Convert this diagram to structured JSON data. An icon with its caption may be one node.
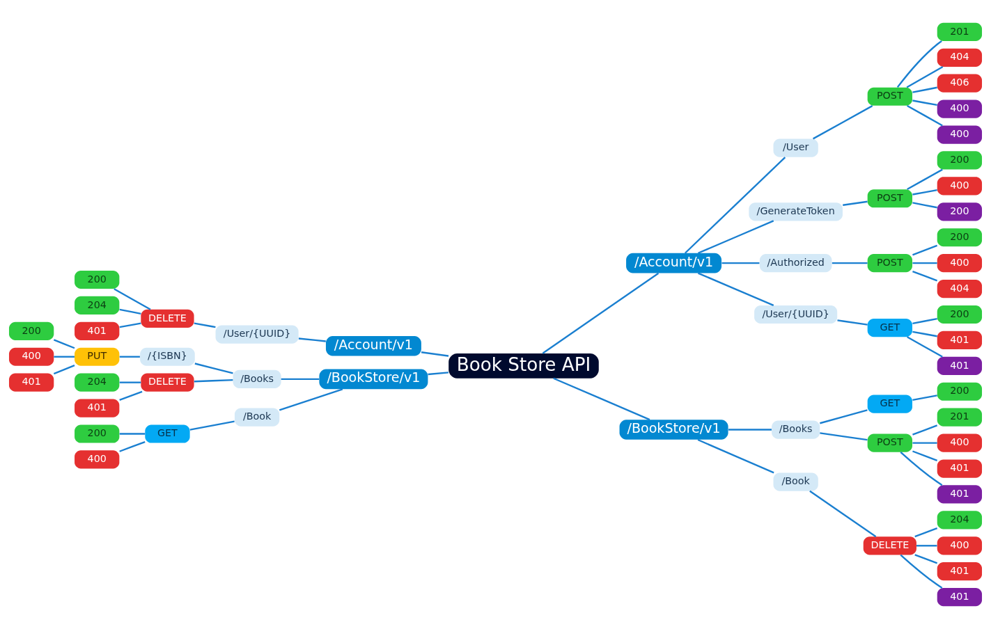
{
  "diagram": {
    "nodes": [
      {
        "text": [
          "Book Store API"
        ]
      },
      {
        "text": [
          "/Account/v1"
        ]
      },
      {
        "text": [
          "/User/{UUID}"
        ]
      },
      {
        "text": [
          "DELETE"
        ]
      },
      {
        "text": [
          "200"
        ]
      },
      {
        "text": [
          "204"
        ]
      },
      {
        "text": [
          "401"
        ]
      },
      {
        "text": [
          "/BookStore/v1"
        ]
      },
      {
        "text": [
          "/Books"
        ]
      },
      {
        "text": [
          "/{ISBN}"
        ]
      },
      {
        "text": [
          "PUT"
        ]
      },
      {
        "text": [
          "200"
        ]
      },
      {
        "text": [
          "400"
        ]
      },
      {
        "text": [
          "401"
        ]
      },
      {
        "text": [
          "DELETE"
        ]
      },
      {
        "text": [
          "204"
        ]
      },
      {
        "text": [
          "401"
        ]
      },
      {
        "text": [
          "/Book"
        ]
      },
      {
        "text": [
          "GET"
        ]
      },
      {
        "text": [
          "200"
        ]
      },
      {
        "text": [
          "400"
        ]
      },
      {
        "text": [
          "/Account/v1"
        ]
      },
      {
        "text": [
          "/User"
        ]
      },
      {
        "text": [
          "POST"
        ]
      },
      {
        "text": [
          "201"
        ]
      },
      {
        "text": [
          "404"
        ]
      },
      {
        "text": [
          "406"
        ]
      },
      {
        "text": [
          "400"
        ]
      },
      {
        "text": [
          "400"
        ]
      },
      {
        "text": [
          "/GenerateToken"
        ]
      },
      {
        "text": [
          "POST"
        ]
      },
      {
        "text": [
          "200"
        ]
      },
      {
        "text": [
          "400"
        ]
      },
      {
        "text": [
          "200"
        ]
      },
      {
        "text": [
          "/Authorized"
        ]
      },
      {
        "text": [
          "POST"
        ]
      },
      {
        "text": [
          "200"
        ]
      },
      {
        "text": [
          "400"
        ]
      },
      {
        "text": [
          "404"
        ]
      },
      {
        "text": [
          "/User/{UUID}"
        ]
      },
      {
        "text": [
          "GET"
        ]
      },
      {
        "text": [
          "200"
        ]
      },
      {
        "text": [
          "401"
        ]
      },
      {
        "text": [
          "401"
        ]
      },
      {
        "text": [
          "/BookStore/v1"
        ]
      },
      {
        "text": [
          "/Books"
        ]
      },
      {
        "text": [
          "GET"
        ]
      },
      {
        "text": [
          "200"
        ]
      },
      {
        "text": [
          "POST"
        ]
      },
      {
        "text": [
          "201"
        ]
      },
      {
        "text": [
          "400"
        ]
      },
      {
        "text": [
          "401"
        ]
      },
      {
        "text": [
          "401"
        ]
      },
      {
        "text": [
          "/Book"
        ]
      },
      {
        "text": [
          "DELETE"
        ]
      },
      {
        "text": [
          "204"
        ]
      },
      {
        "text": [
          "400"
        ]
      },
      {
        "text": [
          "401"
        ]
      },
      {
        "text": [
          "401"
        ]
      }
    ],
    "edges": [
      {
        "from": 0,
        "to": 1,
        "arrow": "none"
      },
      {
        "from": 1,
        "to": 2,
        "arrow": "none"
      },
      {
        "from": 2,
        "to": 3,
        "arrow": "none"
      },
      {
        "from": 3,
        "to": 4,
        "arrow": "none"
      },
      {
        "from": 3,
        "to": 5,
        "arrow": "none"
      },
      {
        "from": 3,
        "to": 6,
        "arrow": "none"
      },
      {
        "from": 0,
        "to": 7,
        "arrow": "none"
      },
      {
        "from": 7,
        "to": 8,
        "arrow": "none"
      },
      {
        "from": 8,
        "to": 9,
        "arrow": "none"
      },
      {
        "from": 9,
        "to": 10,
        "arrow": "none"
      },
      {
        "from": 10,
        "to": 11,
        "arrow": "none"
      },
      {
        "from": 10,
        "to": 12,
        "arrow": "none"
      },
      {
        "from": 10,
        "to": 13,
        "arrow": "none"
      },
      {
        "from": 8,
        "to": 14,
        "arrow": "none"
      },
      {
        "from": 14,
        "to": 15,
        "arrow": "none"
      },
      {
        "from": 14,
        "to": 16,
        "arrow": "none"
      },
      {
        "from": 7,
        "to": 17,
        "arrow": "none"
      },
      {
        "from": 17,
        "to": 18,
        "arrow": "none"
      },
      {
        "from": 18,
        "to": 19,
        "arrow": "none"
      },
      {
        "from": 18,
        "to": 20,
        "arrow": "none"
      },
      {
        "from": 0,
        "to": 21,
        "arrow": "none"
      },
      {
        "from": 21,
        "to": 22,
        "arrow": "none"
      },
      {
        "from": 22,
        "to": 23,
        "arrow": "none"
      },
      {
        "from": 23,
        "to": 24,
        "arrow": "none"
      },
      {
        "from": 23,
        "to": 25,
        "arrow": "none"
      },
      {
        "from": 23,
        "to": 26,
        "arrow": "none"
      },
      {
        "from": 23,
        "to": 27,
        "arrow": "none"
      },
      {
        "from": 23,
        "to": 28,
        "arrow": "none"
      },
      {
        "from": 21,
        "to": 29,
        "arrow": "none"
      },
      {
        "from": 29,
        "to": 30,
        "arrow": "none"
      },
      {
        "from": 30,
        "to": 31,
        "arrow": "none"
      },
      {
        "from": 30,
        "to": 32,
        "arrow": "none"
      },
      {
        "from": 30,
        "to": 33,
        "arrow": "none"
      },
      {
        "from": 21,
        "to": 34,
        "arrow": "none"
      },
      {
        "from": 34,
        "to": 35,
        "arrow": "none"
      },
      {
        "from": 35,
        "to": 36,
        "arrow": "none"
      },
      {
        "from": 35,
        "to": 37,
        "arrow": "none"
      },
      {
        "from": 35,
        "to": 38,
        "arrow": "none"
      },
      {
        "from": 21,
        "to": 39,
        "arrow": "none"
      },
      {
        "from": 39,
        "to": 40,
        "arrow": "none"
      },
      {
        "from": 40,
        "to": 41,
        "arrow": "none"
      },
      {
        "from": 40,
        "to": 42,
        "arrow": "none"
      },
      {
        "from": 40,
        "to": 43,
        "arrow": "none"
      },
      {
        "from": 0,
        "to": 44,
        "arrow": "none"
      },
      {
        "from": 44,
        "to": 45,
        "arrow": "none"
      },
      {
        "from": 45,
        "to": 46,
        "arrow": "none"
      },
      {
        "from": 46,
        "to": 47,
        "arrow": "none"
      },
      {
        "from": 45,
        "to": 48,
        "arrow": "none"
      },
      {
        "from": 48,
        "to": 49,
        "arrow": "none"
      },
      {
        "from": 48,
        "to": 50,
        "arrow": "none"
      },
      {
        "from": 48,
        "to": 51,
        "arrow": "none"
      },
      {
        "from": 48,
        "to": 52,
        "arrow": "none"
      },
      {
        "from": 44,
        "to": 53,
        "arrow": "none"
      },
      {
        "from": 53,
        "to": 54,
        "arrow": "none"
      },
      {
        "from": 54,
        "to": 55,
        "arrow": "none"
      },
      {
        "from": 54,
        "to": 56,
        "arrow": "none"
      },
      {
        "from": 54,
        "to": 57,
        "arrow": "none"
      },
      {
        "from": 54,
        "to": 58,
        "arrow": "none"
      }
    ]
  }
}
